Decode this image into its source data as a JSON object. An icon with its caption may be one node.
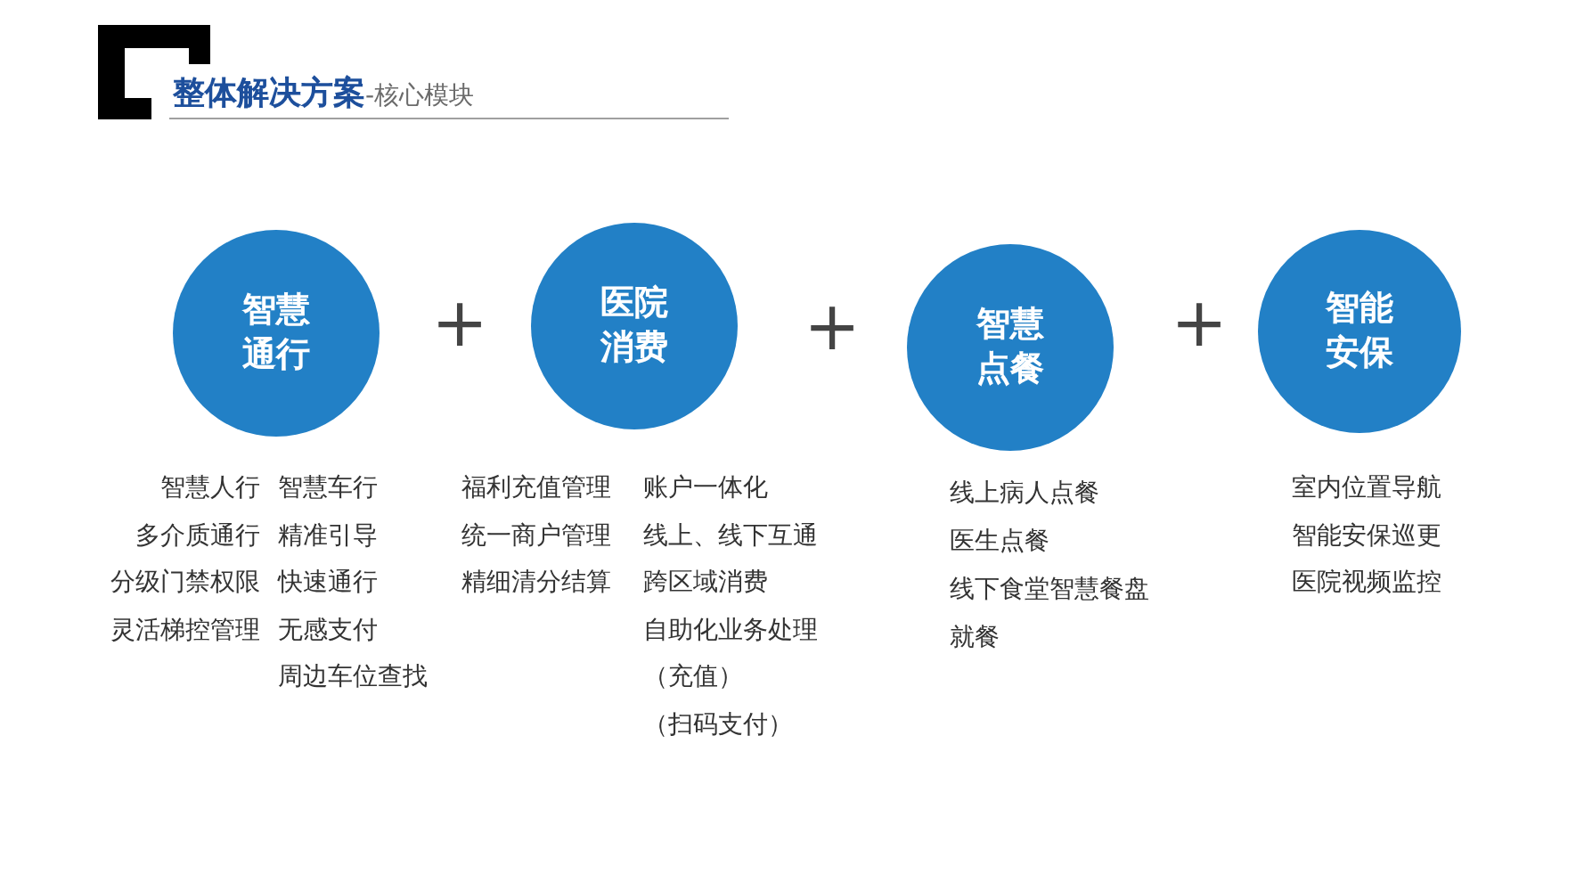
{
  "diagram": {
    "title": "**整体解决方案**-核心模块",
    "nodes": [
      {
        "text": [
          "智慧通行"
        ],
        "beside": [
          "智慧人行",
          "多介质通行",
          "分级门禁权限",
          "灵活梯控管理",
          "智慧车行",
          "精准引导",
          "快速通行",
          "无感支付",
          "周边车位查找"
        ]
      },
      {
        "text": [
          "医院消费"
        ],
        "beside": [
          "福利充值管理",
          "统一商户管理",
          "精细清分结算",
          "账户一体化",
          "线上、线下互通",
          "跨区域消费",
          "自助化业务处理",
          "（充值）",
          "（扫码支付）"
        ]
      },
      {
        "text": [
          "智慧点餐"
        ],
        "beside": [
          "线上病人点餐",
          "医生点餐",
          "线下食堂智慧餐盘",
          "就餐"
        ]
      },
      {
        "text": [
          "智能安保"
        ],
        "beside": [
          "室内位置导航",
          "智能安保巡更",
          "医院视频监控"
        ]
      }
    ],
    "labels": [
      "+",
      "+",
      "+"
    ]
  }
}
